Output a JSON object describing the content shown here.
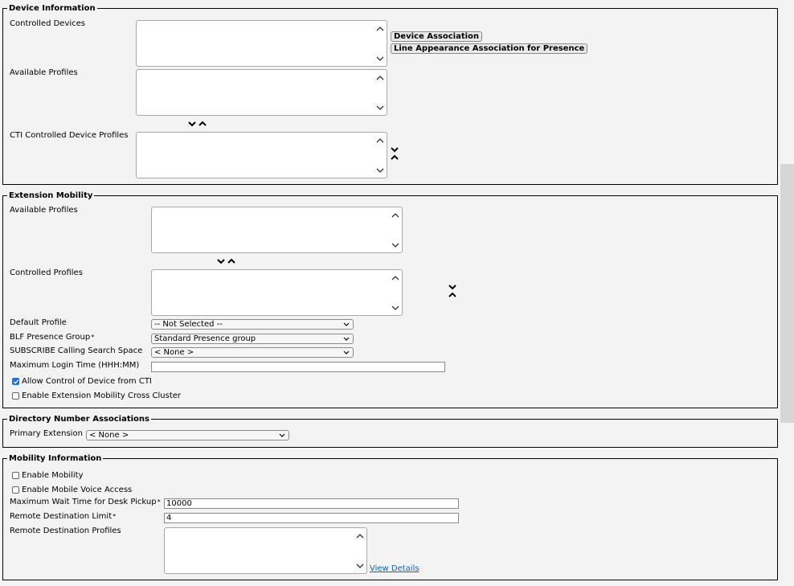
{
  "device_information": {
    "legend": "Device Information",
    "controlled_devices_label": "Controlled Devices",
    "device_association_button": "Device Association",
    "line_appearance_button": "Line Appearance Association for Presence",
    "available_profiles_label": "Available Profiles",
    "cti_profiles_label": "CTI Controlled Device Profiles"
  },
  "extension_mobility": {
    "legend": "Extension Mobility",
    "available_profiles_label": "Available Profiles",
    "controlled_profiles_label": "Controlled Profiles",
    "default_profile_label": "Default Profile",
    "default_profile_value": "-- Not Selected --",
    "blf_presence_label": "BLF Presence Group",
    "blf_presence_value": "Standard Presence group",
    "subscribe_css_label": "SUBSCRIBE Calling Search Space",
    "subscribe_css_value": "< None >",
    "max_login_label": "Maximum Login Time (HHH:MM)",
    "max_login_value": "",
    "allow_cti_label": "Allow Control of Device from CTI",
    "allow_cti_checked": true,
    "em_cross_cluster_label": "Enable Extension Mobility Cross Cluster",
    "em_cross_cluster_checked": false
  },
  "directory_number": {
    "legend": "Directory Number Associations",
    "primary_extension_label": "Primary Extension",
    "primary_extension_value": "< None >"
  },
  "mobility_information": {
    "legend": "Mobility Information",
    "enable_mobility_label": "Enable Mobility",
    "enable_mobility_checked": false,
    "enable_mva_label": "Enable Mobile Voice Access",
    "enable_mva_checked": false,
    "max_wait_label": "Maximum Wait Time for Desk Pickup",
    "max_wait_value": "10000",
    "rd_limit_label": "Remote Destination Limit",
    "rd_limit_value": "4",
    "rd_profiles_label": "Remote Destination Profiles",
    "view_details_link": "View Details"
  },
  "required_marker": "*"
}
